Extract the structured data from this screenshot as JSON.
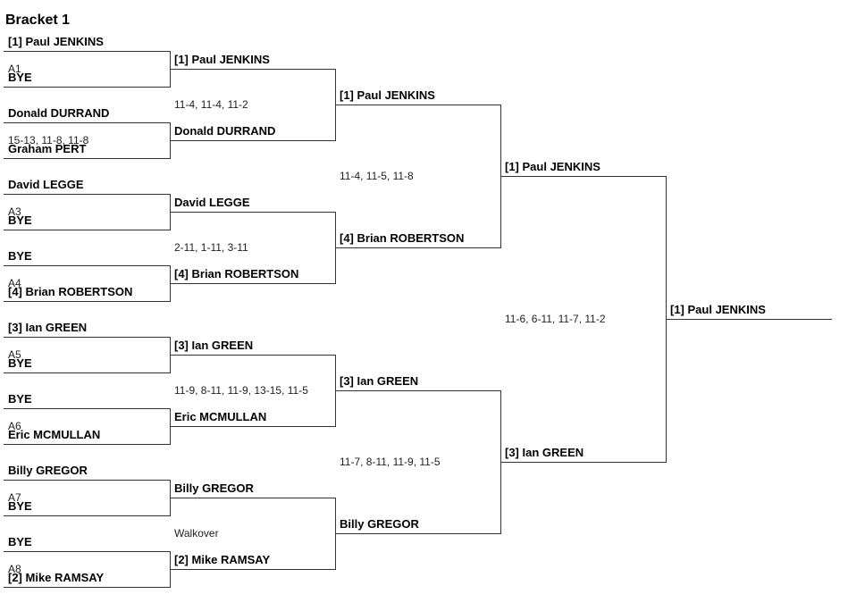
{
  "title": "Bracket 1",
  "round1": [
    {
      "top": "[1] Paul JENKINS",
      "info": "A1",
      "bottom": "BYE"
    },
    {
      "top": "Donald DURRAND",
      "info": "15-13, 11-8, 11-8",
      "bottom": "Graham PERT"
    },
    {
      "top": "David LEGGE",
      "info": "A3",
      "bottom": "BYE"
    },
    {
      "top": "BYE",
      "info": "A4",
      "bottom": "[4] Brian ROBERTSON"
    },
    {
      "top": "[3] Ian GREEN",
      "info": "A5",
      "bottom": "BYE"
    },
    {
      "top": "BYE",
      "info": "A6",
      "bottom": "Eric MCMULLAN"
    },
    {
      "top": "Billy GREGOR",
      "info": "A7",
      "bottom": "BYE"
    },
    {
      "top": "BYE",
      "info": "A8",
      "bottom": "[2] Mike RAMSAY"
    }
  ],
  "round2": [
    {
      "top": "[1] Paul JENKINS",
      "info": "11-4, 11-4, 11-2",
      "bottom": "Donald DURRAND"
    },
    {
      "top": "David LEGGE",
      "info": "2-11, 1-11, 3-11",
      "bottom": "[4] Brian ROBERTSON"
    },
    {
      "top": "[3] Ian GREEN",
      "info": "11-9, 8-11, 11-9, 13-15, 11-5",
      "bottom": "Eric MCMULLAN"
    },
    {
      "top": "Billy GREGOR",
      "info": "Walkover",
      "bottom": "[2] Mike RAMSAY"
    }
  ],
  "round3": [
    {
      "top": "[1] Paul JENKINS",
      "info": "11-4, 11-5, 11-8",
      "bottom": "[4] Brian ROBERTSON"
    },
    {
      "top": "[3] Ian GREEN",
      "info": "11-7, 8-11, 11-9, 11-5",
      "bottom": "Billy GREGOR"
    }
  ],
  "round4": [
    {
      "top": "[1] Paul JENKINS",
      "info": "11-6, 6-11, 11-7, 11-2",
      "bottom": "[3] Ian GREEN"
    }
  ],
  "winner": "[1] Paul JENKINS"
}
